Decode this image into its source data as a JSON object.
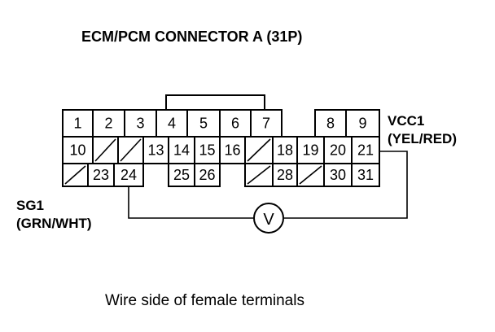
{
  "title": "ECM/PCM CONNECTOR A (31P)",
  "caption": "Wire side of female terminals",
  "labels": {
    "vcc1": "VCC1",
    "vcc1_wire": "(YEL/RED)",
    "sg1": "SG1",
    "sg1_wire": "(GRN/WHT)",
    "voltmeter": "V"
  },
  "rows": [
    [
      {
        "pin": "1"
      },
      {
        "pin": "2"
      },
      {
        "pin": "3"
      },
      {
        "pin": "4"
      },
      {
        "pin": "5"
      },
      {
        "pin": "6"
      },
      {
        "pin": "7"
      },
      {
        "pin": "8"
      },
      {
        "pin": "9"
      }
    ],
    [
      {
        "pin": "10"
      },
      {
        "pin": ""
      },
      {
        "pin": ""
      },
      {
        "pin": "13"
      },
      {
        "pin": "14"
      },
      {
        "pin": "15"
      },
      {
        "pin": "16"
      },
      {
        "pin": ""
      },
      {
        "pin": "18"
      },
      {
        "pin": "19"
      },
      {
        "pin": "20"
      },
      {
        "pin": "21"
      }
    ],
    [
      {
        "pin": ""
      },
      {
        "pin": "23"
      },
      {
        "pin": "24"
      },
      {
        "pin": "25"
      },
      {
        "pin": "26"
      },
      {
        "pin": ""
      },
      {
        "pin": "28"
      },
      {
        "pin": ""
      },
      {
        "pin": "30"
      },
      {
        "pin": "31"
      }
    ]
  ]
}
